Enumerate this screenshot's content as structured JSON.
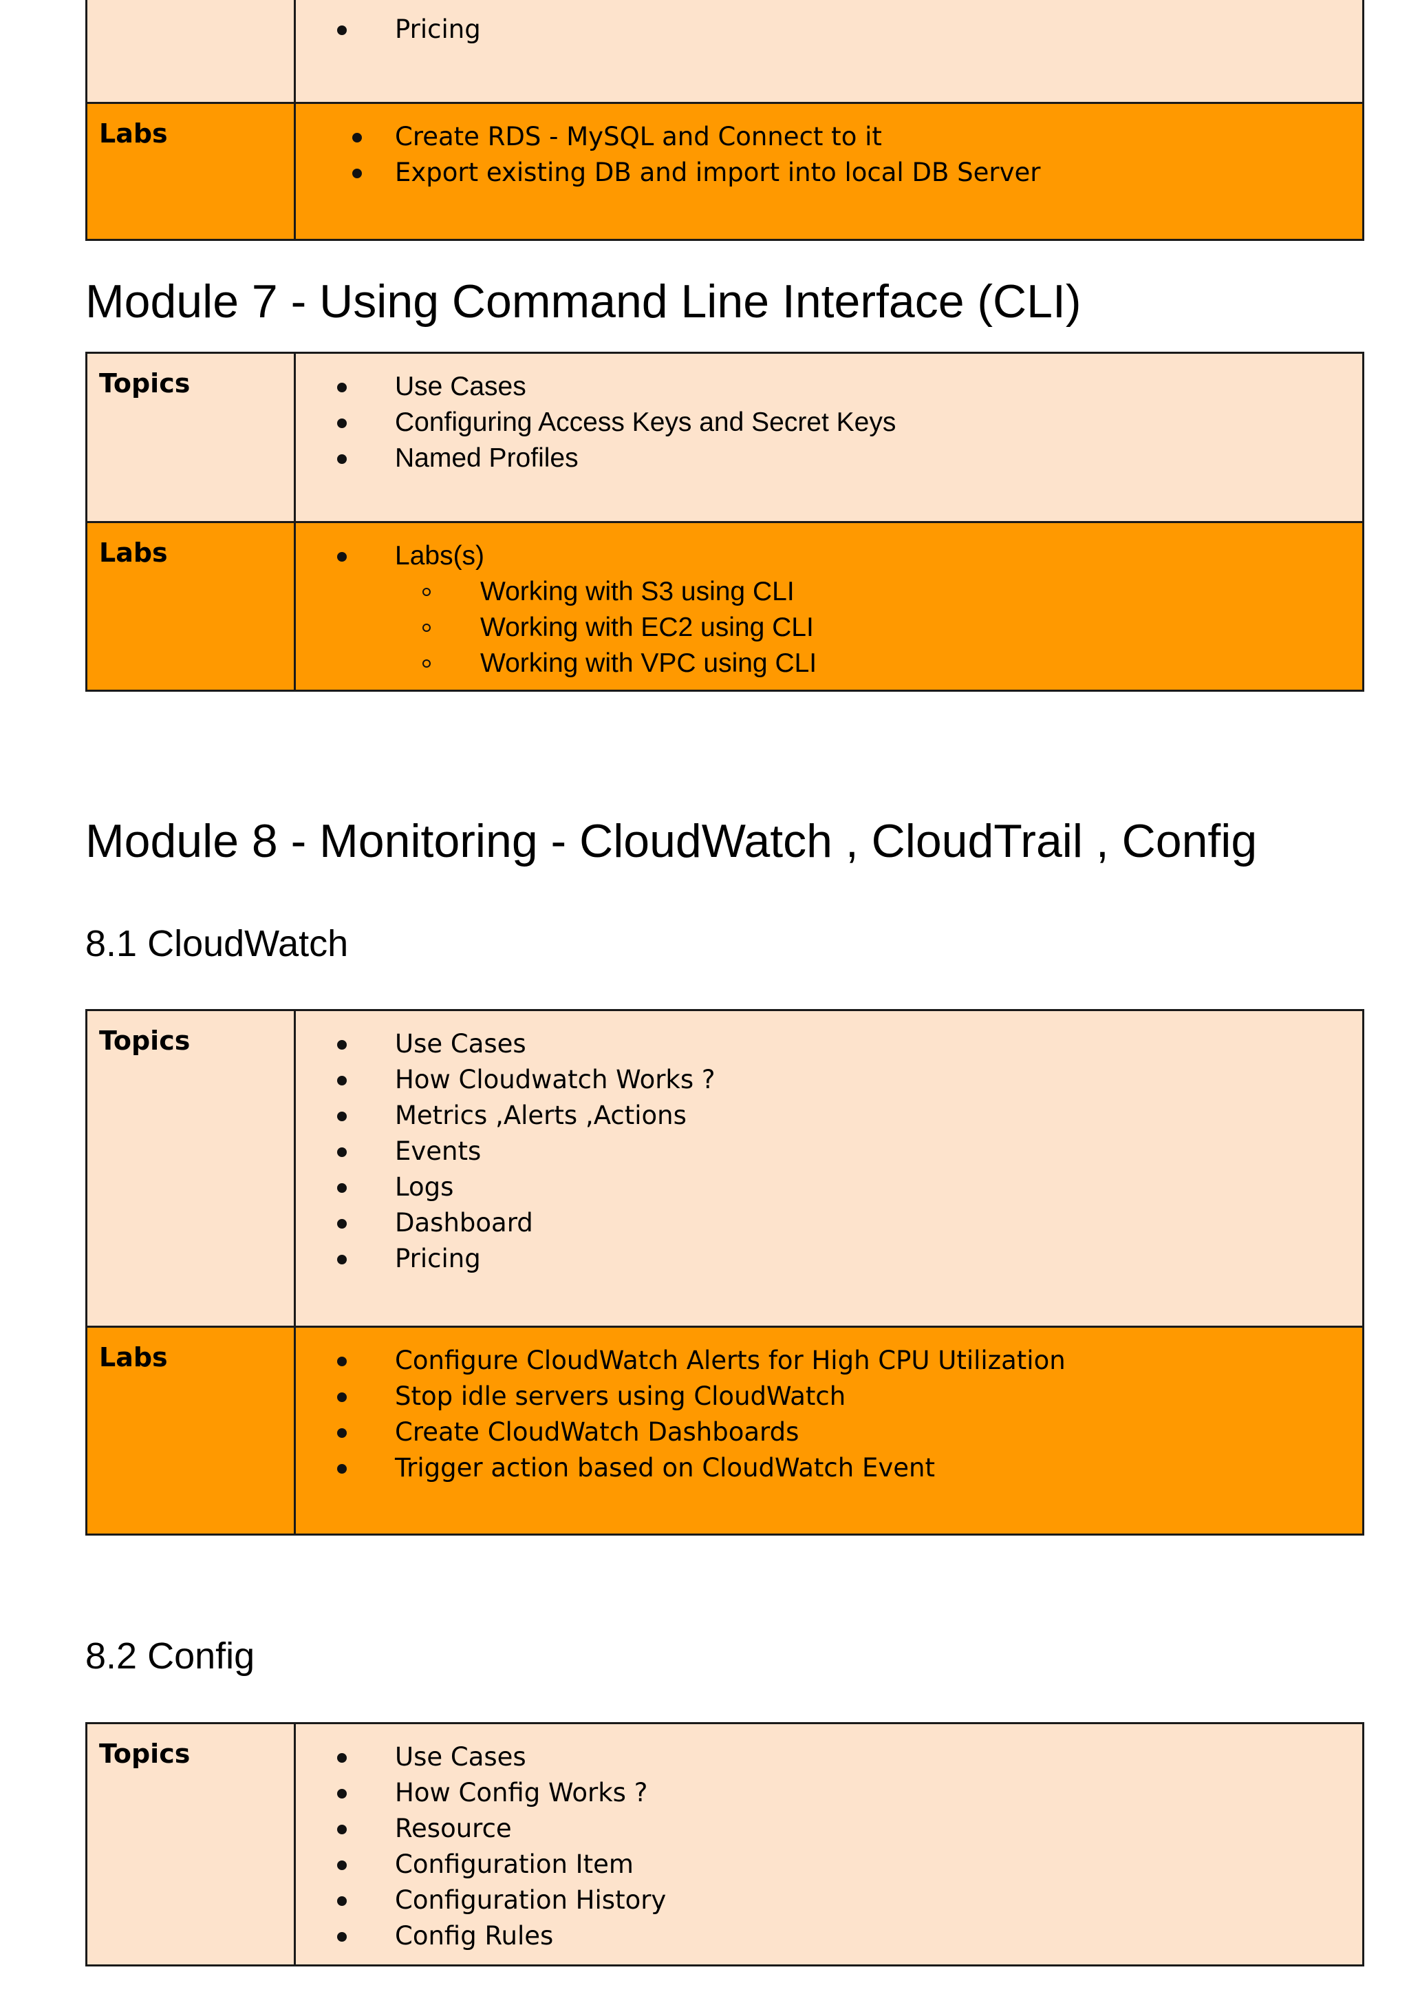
{
  "colors": {
    "topics_bg": "#fde3cc",
    "labs_bg": "#ff9900",
    "border": "#1a1a1a"
  },
  "table_prev": {
    "topics_items": [
      "Pricing"
    ],
    "labs_label": "Labs",
    "labs_items": [
      "Create RDS - MySQL  and Connect to it",
      "Export  existing DB and import into local DB Server"
    ]
  },
  "module7": {
    "heading": "Module 7 - Using Command Line Interface (CLI)",
    "topics_label": "Topics",
    "topics_items": [
      "Use Cases",
      "Configuring Access Keys and Secret Keys",
      "Named Profiles"
    ],
    "labs_label": "Labs",
    "labs_items": [
      "Labs(s)",
      "Working with S3 using CLI",
      "Working with EC2 using CLI",
      "Working with VPC using CLI"
    ]
  },
  "module8": {
    "heading": "Module 8 - Monitoring - CloudWatch , CloudTrail , Config",
    "cloudwatch": {
      "heading": "8.1 CloudWatch",
      "topics_label": "Topics",
      "topics_items": [
        "Use Cases",
        "How Cloudwatch Works ?",
        "Metrics ,Alerts ,Actions",
        "Events",
        "Logs",
        "Dashboard",
        "Pricing"
      ],
      "labs_label": "Labs",
      "labs_items": [
        "Configure CloudWatch Alerts for High CPU Utilization",
        "Stop idle servers using CloudWatch",
        "Create CloudWatch Dashboards",
        "Trigger action based on CloudWatch Event"
      ]
    },
    "config": {
      "heading": "8.2 Config",
      "topics_label": "Topics",
      "topics_items": [
        "Use Cases",
        "How Config Works ?",
        "Resource",
        "Configuration Item",
        "Configuration History",
        "Config Rules"
      ]
    }
  }
}
